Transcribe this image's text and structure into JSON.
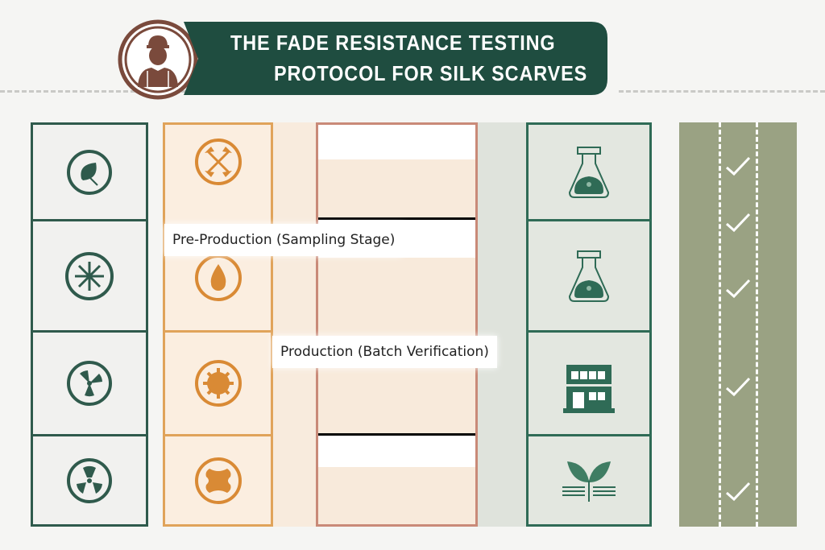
{
  "header": {
    "title_line1": "THE FADE RESISTANCE TESTING",
    "title_line2": "PROTOCOL FOR SILK SCARVES",
    "avatar_icon": "worker-avatar-icon"
  },
  "stages": {
    "pre_production": "Pre-Production (Sampling Stage)",
    "production": "Production (Batch Verification)"
  },
  "columns": {
    "factors": [
      "leaf-icon",
      "snowflake-icon",
      "radiation-icon",
      "fan-icon"
    ],
    "tests": [
      "cross-tools-icon",
      "water-drop-icon",
      "gear-icon",
      "puzzle-cross-icon"
    ],
    "lab": [
      "flask-icon",
      "flask-icon",
      "factory-building-icon",
      "sprout-icon"
    ],
    "checks": 5
  },
  "colors": {
    "dark_green": "#1f4d40",
    "green": "#2f6b56",
    "orange": "#d98a35",
    "brown": "#7a4a3c",
    "olive": "#9aa283"
  }
}
